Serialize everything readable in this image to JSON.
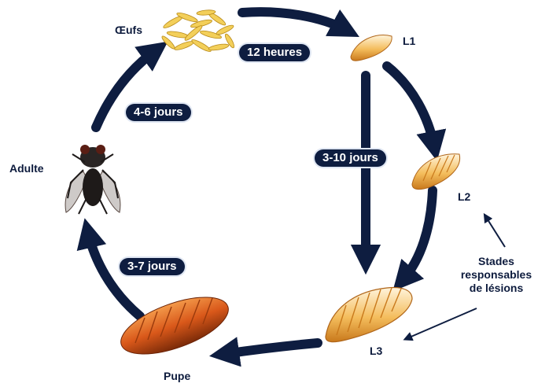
{
  "stages": {
    "eggs": "Œufs",
    "l1": "L1",
    "l2": "L2",
    "l3": "L3",
    "pupa": "Pupe",
    "adult": "Adulte"
  },
  "durations": {
    "eggs_to_l1": "12 heures",
    "larval": "3-10 jours",
    "pupa_to_adult": "3-7 jours",
    "adult_to_eggs": "4-6 jours"
  },
  "note": {
    "line1": "Stades",
    "line2": "responsables",
    "line3": "de lésions"
  },
  "colors": {
    "arrow": "#0e1d40",
    "label_bg": "#0e1d40",
    "larva": "#f2b24a",
    "pupa": "#d9581a"
  }
}
